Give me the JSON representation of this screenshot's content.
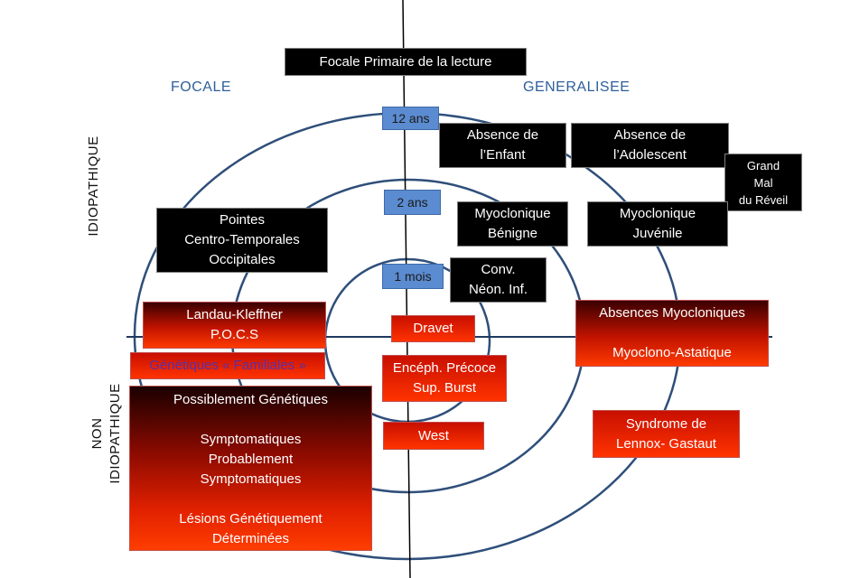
{
  "title": "Focale Primaire de la lecture",
  "axes": {
    "focale": "FOCALE",
    "generalisee": "GENERALISEE",
    "idiopathique": "IDIOPATHIQUE",
    "non_idiopathique": [
      "NON",
      "IDIOPATHIQUE"
    ]
  },
  "ages": {
    "outer": "12 ans",
    "middle": "2 ans",
    "inner": "1 mois"
  },
  "boxes": {
    "absence_enfant": [
      "Absence de",
      "l’Enfant"
    ],
    "absence_adolescent": [
      "Absence de",
      "l’Adolescent"
    ],
    "grand_mal": [
      "Grand",
      "Mal",
      "du Réveil"
    ],
    "pointes": [
      "Pointes",
      "Centro-Temporales",
      "Occipitales"
    ],
    "myoclonique_benigne": [
      "Myoclonique",
      "Bénigne"
    ],
    "myoclonique_juvenile": [
      "Myoclonique",
      "Juvénile"
    ],
    "conv_neon": [
      "Conv.",
      "Néon. Inf."
    ],
    "landau": [
      "Landau-Kleffner",
      "P.O.C.S"
    ],
    "dravet": "Dravet",
    "absences_myocloniques": "Absences Myocloniques",
    "myoclono_astatique": "Myoclono-Astatique",
    "genetiques_familiales": "Génétiques « Familiales »",
    "enceph_precoce": [
      "Encéph. Précoce",
      "Sup. Burst"
    ],
    "possiblement": "Possiblement Génétiques",
    "symptomatiques": [
      "Symptomatiques",
      "Probablement",
      "Symptomatiques"
    ],
    "lesions": [
      "Lésions Génétiquement",
      "Déterminées"
    ],
    "west": "West",
    "lennox": [
      "Syndrome de",
      "Lennox- Gastaut"
    ]
  },
  "colors": {
    "circle": "#2f4f7a",
    "axis": "#1f3a60",
    "label": "#2e5f9a",
    "age_box": "#5b8bd0"
  }
}
